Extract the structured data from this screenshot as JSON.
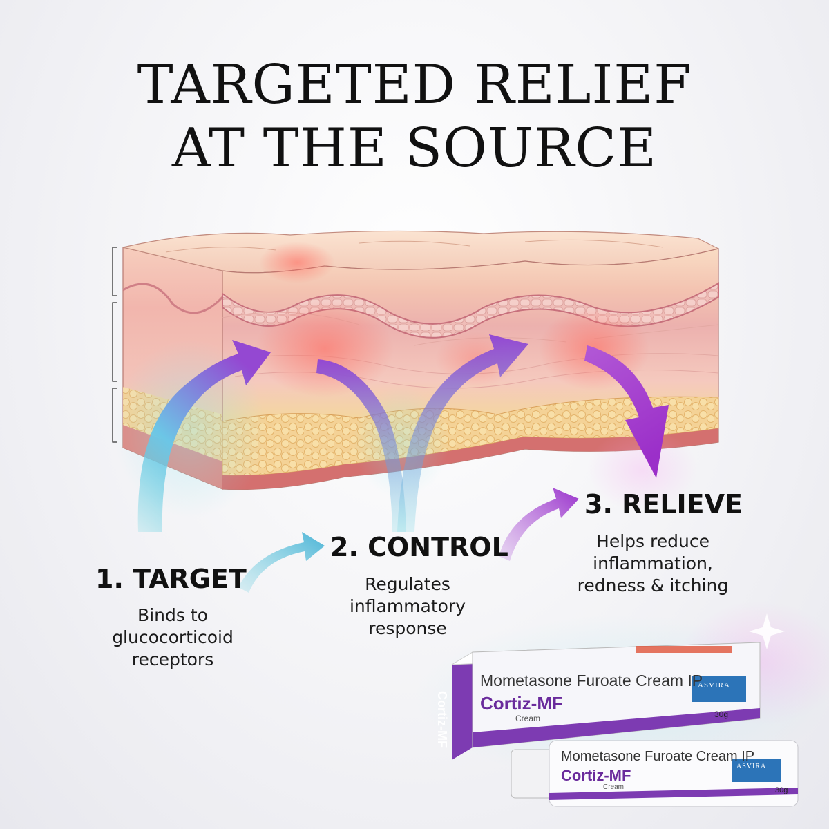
{
  "headline": {
    "line1": "TARGETED RELIEF",
    "line2": "AT THE SOURCE"
  },
  "illustration": {
    "subject": "skin cross-section",
    "layers": [
      "epidermis",
      "dermis",
      "subcutaneous fat",
      "muscle"
    ],
    "inflamed_spots": 3
  },
  "steps": [
    {
      "title": "1. TARGET",
      "desc": [
        "Binds to",
        "glucocorticoid",
        "receptors"
      ]
    },
    {
      "title": "2. CONTROL",
      "desc": [
        "Regulates",
        "inflammatory",
        "response"
      ]
    },
    {
      "title": "3. RELIEVE",
      "desc": [
        "Helps reduce",
        "inflammation,",
        "redness & itching"
      ]
    }
  ],
  "product": {
    "box": {
      "generic": "Mometasone Furoate Cream IP",
      "brand": "Cortiz-MF",
      "form": "Cream",
      "size": "30g",
      "manufacturer": "ASVIRA",
      "side_label": "Cortiz-MF"
    },
    "tube": {
      "generic": "Mometasone Furoate Cream IP",
      "brand": "Cortiz-MF",
      "form": "Cream",
      "size": "30g",
      "manufacturer": "ASVIRA"
    }
  },
  "colors": {
    "arrow_start": "#56c4d8",
    "arrow_end": "#9b3fd0",
    "brand_purple": "#6a2b9c",
    "skin_pink": "#f0b7ad",
    "fat_yellow": "#f3d08c"
  },
  "icons": [
    "arrow-target-icon",
    "arrow-control-up-icon",
    "arrow-control-down-icon",
    "arrow-relieve-icon",
    "small-arrow-1-icon",
    "small-arrow-2-icon",
    "sparkle-icon"
  ]
}
